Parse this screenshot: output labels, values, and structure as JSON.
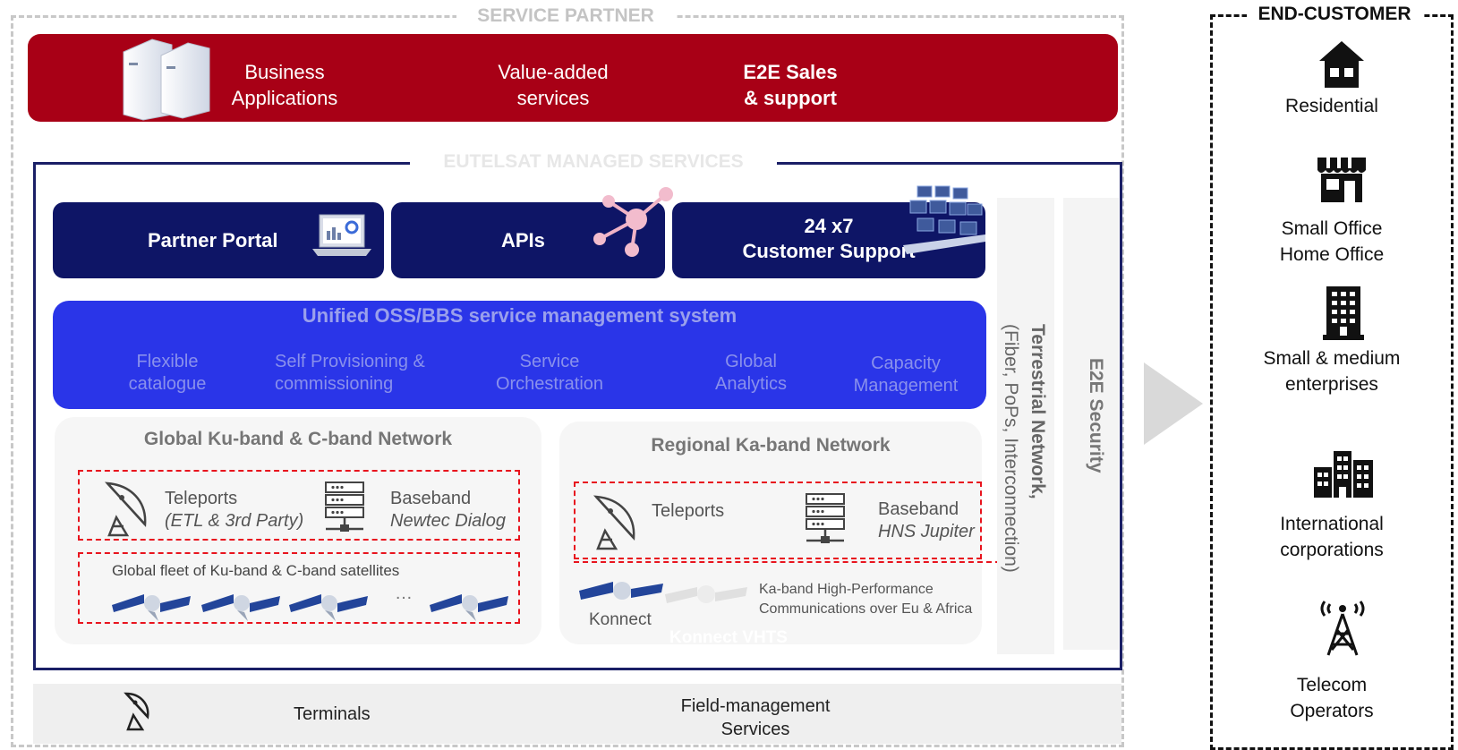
{
  "service_partner": {
    "title": "SERVICE PARTNER",
    "business_line1": "Business",
    "business_line2": "Applications",
    "value_line1": "Value-added",
    "value_line2": "services",
    "e2e_line1": "E2E Sales",
    "e2e_line2": "& support"
  },
  "managed_services": {
    "title": "EUTELSAT MANAGED SERVICES",
    "partner_portal": "Partner Portal",
    "apis": "APIs",
    "support_line1": "24 x7",
    "support_line2": "Customer Support",
    "oss_title": "Unified OSS/BBS service management system",
    "oss_items": [
      {
        "line1": "Flexible",
        "line2": "catalogue"
      },
      {
        "line1": "Self Provisioning &",
        "line2": "commissioning"
      },
      {
        "line1": "Service",
        "line2": "Orchestration"
      },
      {
        "line1": "Global",
        "line2": "Analytics"
      },
      {
        "line1": "Capacity",
        "line2": "Management"
      }
    ],
    "ku_network": {
      "title": "Global Ku-band & C-band Network",
      "teleports": "Teleports",
      "teleports_sub": "(ETL & 3rd Party)",
      "baseband": "Baseband",
      "baseband_sub": "Newtec Dialog",
      "fleet": "Global fleet of Ku-band & C-band satellites",
      "ellipsis": "…"
    },
    "ka_network": {
      "title": "Regional Ka-band Network",
      "teleports": "Teleports",
      "baseband": "Baseband",
      "baseband_sub": "HNS Jupiter",
      "hpc_line1": "Ka-band High-Performance",
      "hpc_line2": "Communications over Eu & Africa",
      "konnect": "Konnect",
      "konnect_vhts": "Konnect VHTS"
    },
    "terrestrial_line1": "Terrestrial Network,",
    "terrestrial_line2": "(Fiber, PoPs, Interconnection)",
    "e2e_security": "E2E Security"
  },
  "bottom": {
    "terminals": "Terminals",
    "field_line1": "Field-management",
    "field_line2": "Services"
  },
  "end_customer": {
    "title": "END-CUSTOMER",
    "items": [
      {
        "icon": "house-icon",
        "line1": "Residential",
        "line2": ""
      },
      {
        "icon": "shop-icon",
        "line1": "Small Office",
        "line2": "Home Office"
      },
      {
        "icon": "office-building-icon",
        "line1": "Small & medium",
        "line2": "enterprises"
      },
      {
        "icon": "city-buildings-icon",
        "line1": "International",
        "line2": "corporations"
      },
      {
        "icon": "telecom-tower-icon",
        "line1": "Telecom",
        "line2": "Operators"
      }
    ]
  },
  "colors": {
    "partner_red": "#a80016",
    "navy": "#0e1566",
    "oss_blue": "#2a35e8",
    "dash_red": "#e8141e"
  }
}
